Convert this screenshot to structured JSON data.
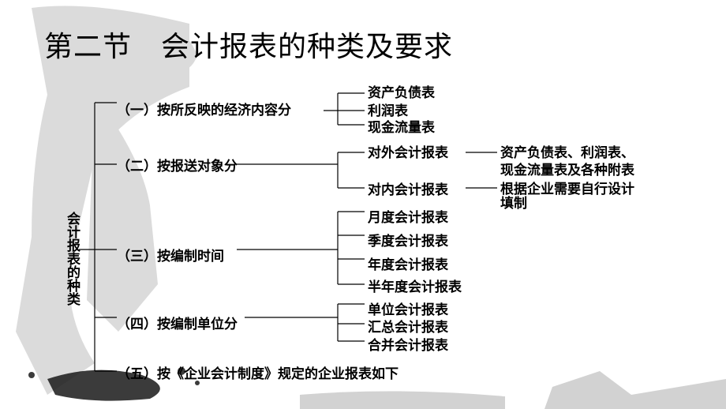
{
  "title": "第二节　会计报表的种类及要求",
  "root_label": "会计报表的种类",
  "categories": [
    {
      "label": "（一）按所反映的经济内容分",
      "items": [
        "资产负债表",
        "利润表",
        "现金流量表"
      ]
    },
    {
      "label": "（二）按报送对象分",
      "items": [
        "对外会计报表",
        "对内会计报表"
      ],
      "details": [
        "资产负债表、利润表、\n现金流量表及各种附表",
        "根据企业需要自行设计\n填制"
      ]
    },
    {
      "label": "（三）按编制时间",
      "items": [
        "月度会计报表",
        "季度会计报表",
        "年度会计报表",
        "半年度会计报表"
      ]
    },
    {
      "label": "（四）按编制单位分",
      "items": [
        "单位会计报表",
        "汇总会计报表",
        "合并会计报表"
      ]
    },
    {
      "label": "（五）按《企业会计制度》规定的企业报表如下"
    }
  ],
  "colors": {
    "background": "#ffffff",
    "text": "#000000",
    "lines": "#000000",
    "silhouette": "#cfcfcf"
  }
}
